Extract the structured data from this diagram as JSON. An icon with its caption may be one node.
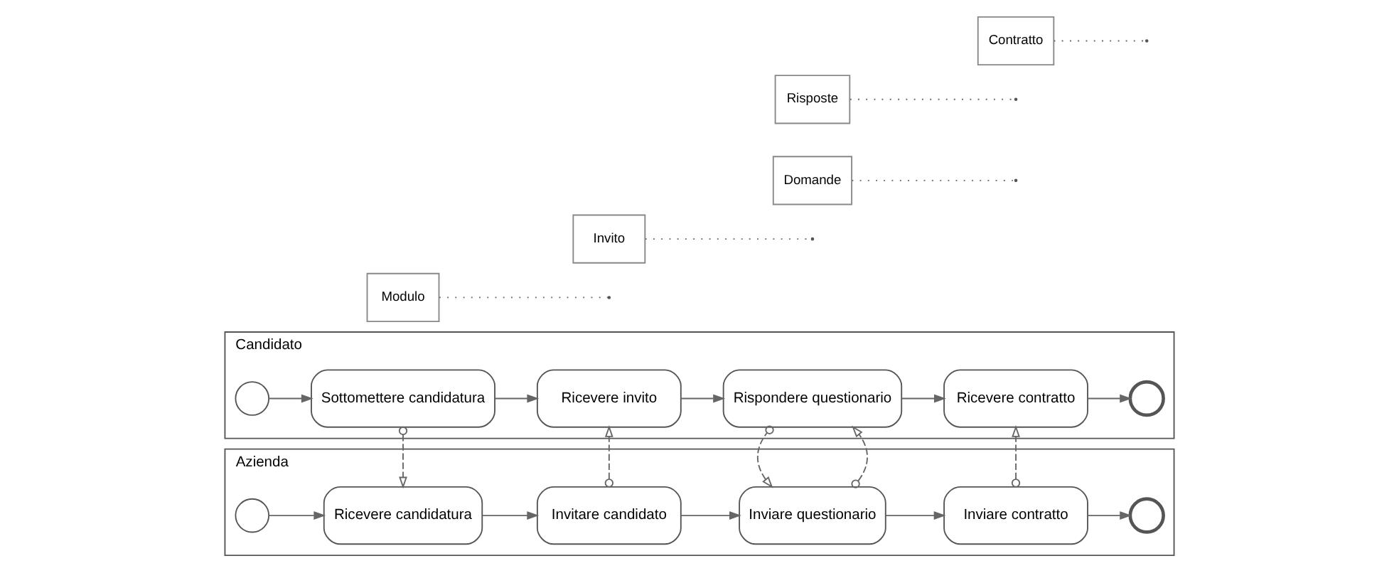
{
  "diagram": {
    "nodes": [
      {
        "text": [
          "Candidato"
        ]
      },
      {
        "text": [],
        "shape": "circle",
        "in": 0
      },
      {
        "text": [
          "Sottomettere candidatura"
        ],
        "in": 0
      },
      {
        "text": [
          "Ricevere invito"
        ],
        "in": 0
      },
      {
        "text": [
          "Rispondere questionario"
        ],
        "in": 0
      },
      {
        "text": [
          "Ricevere contratto"
        ],
        "in": 0
      },
      {
        "text": [],
        "shape": "circle",
        "in": 0
      },
      {
        "text": [
          "Azienda"
        ]
      },
      {
        "text": [],
        "shape": "circle",
        "in": 7
      },
      {
        "text": [
          "Ricevere candidatura"
        ],
        "in": 7
      },
      {
        "text": [
          "Invitare candidato"
        ],
        "in": 7
      },
      {
        "text": [
          "Inviare questionario"
        ],
        "in": 7
      },
      {
        "text": [
          "Inviare contratto"
        ],
        "in": 7
      },
      {
        "text": [],
        "shape": "circle",
        "in": 7
      },
      {
        "text": [
          "Modulo"
        ]
      },
      {
        "text": [
          "Invito"
        ]
      },
      {
        "text": [
          "Domande"
        ]
      },
      {
        "text": [
          "Risposte"
        ]
      },
      {
        "text": [
          "Contratto"
        ]
      }
    ],
    "edges": [
      {
        "from": 1,
        "to": 2,
        "arrow": "to"
      },
      {
        "from": 2,
        "to": 3,
        "arrow": "to"
      },
      {
        "from": 3,
        "to": 4,
        "arrow": "to"
      },
      {
        "from": 4,
        "to": 5,
        "arrow": "to"
      },
      {
        "from": 5,
        "to": 6,
        "arrow": "to"
      },
      {
        "from": 8,
        "to": 9,
        "arrow": "to"
      },
      {
        "from": 9,
        "to": 10,
        "arrow": "to"
      },
      {
        "from": 10,
        "to": 11,
        "arrow": "to"
      },
      {
        "from": 11,
        "to": 12,
        "arrow": "to"
      },
      {
        "from": 12,
        "to": 13,
        "arrow": "to"
      },
      {
        "from": 2,
        "to": 9,
        "arrow": "to",
        "style": "dashed"
      },
      {
        "from": 10,
        "to": 3,
        "arrow": "to",
        "style": "dashed"
      },
      {
        "from": 11,
        "to": 4,
        "arrow": "to",
        "style": "dashed"
      },
      {
        "from": 4,
        "to": 11,
        "arrow": "to",
        "style": "dashed"
      },
      {
        "from": 12,
        "to": 5,
        "arrow": "to",
        "style": "dashed"
      },
      {
        "from": 14,
        "to": null,
        "arrow": "none",
        "style": "dashed"
      },
      {
        "from": 15,
        "to": null,
        "arrow": "none",
        "style": "dashed"
      },
      {
        "from": 16,
        "to": null,
        "arrow": "none",
        "style": "dashed"
      },
      {
        "from": 17,
        "to": null,
        "arrow": "none",
        "style": "dashed"
      },
      {
        "from": 18,
        "to": null,
        "arrow": "none",
        "style": "dashed"
      }
    ]
  }
}
